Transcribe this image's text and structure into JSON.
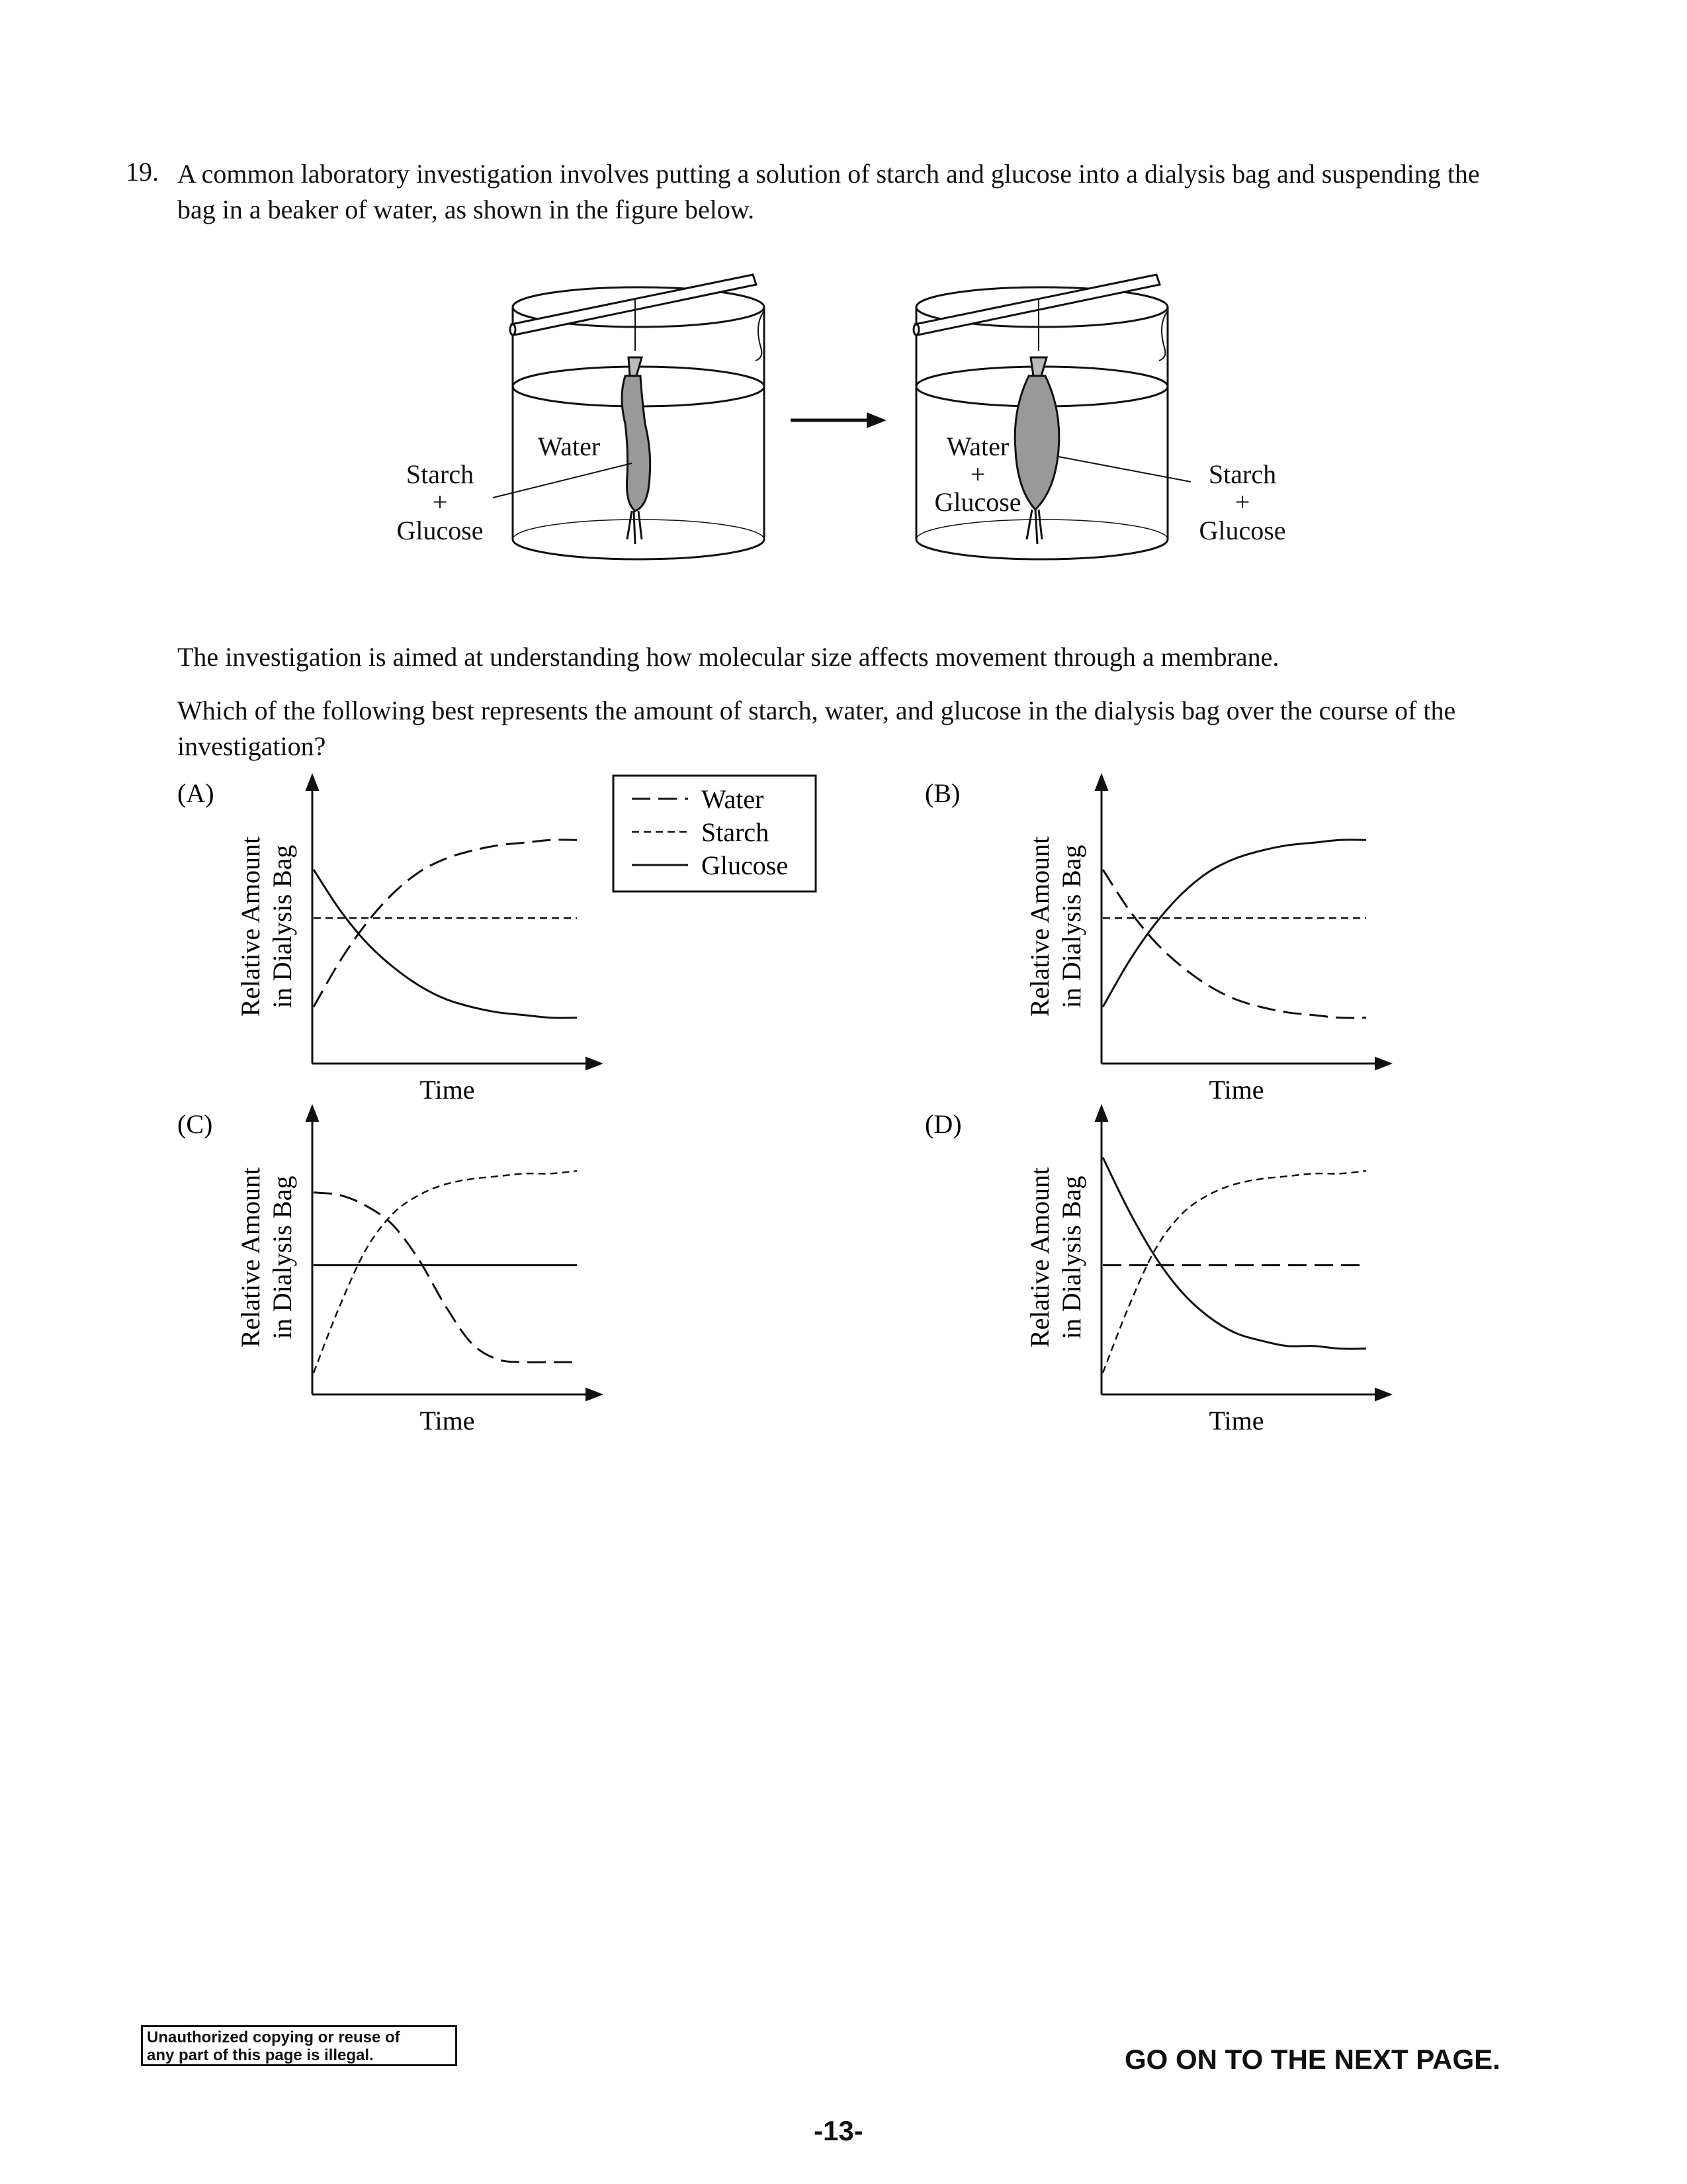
{
  "question": {
    "number": "19.",
    "text": "A common laboratory investigation involves putting a solution of starch and glucose into a dialysis bag and suspending the bag in a beaker of water, as shown in the figure below.",
    "aim": "The investigation is aimed at understanding how molecular size affects movement through a membrane.",
    "prompt": "Which of the following best represents the amount of starch, water, and glucose in the dialysis bag over the course of the investigation?"
  },
  "figure": {
    "left_beaker": {
      "outside_label": "Water",
      "bag_label_1": "Starch",
      "bag_label_2": "+",
      "bag_label_3": "Glucose"
    },
    "right_beaker": {
      "outside_label_1": "Water",
      "outside_label_2": "+",
      "outside_label_3": "Glucose",
      "bag_label_1": "Starch",
      "bag_label_2": "+",
      "bag_label_3": "Glucose"
    }
  },
  "legend": {
    "water": "Water",
    "starch": "Starch",
    "glucose": "Glucose"
  },
  "axis_labels": {
    "y_line1": "Relative Amount",
    "y_line2": "in Dialysis Bag",
    "x": "Time"
  },
  "options": [
    {
      "letter": "(A)"
    },
    {
      "letter": "(B)"
    },
    {
      "letter": "(C)"
    },
    {
      "letter": "(D)"
    }
  ],
  "chart_data": [
    {
      "type": "line",
      "panel": "(A)",
      "xlabel": "Time",
      "ylabel": "Relative Amount in Dialysis Bag",
      "x": [
        0,
        1,
        2,
        3,
        4,
        5,
        6,
        7,
        8,
        9,
        10
      ],
      "xlim": [
        0,
        10
      ],
      "ylim": [
        0,
        10
      ],
      "series": [
        {
          "name": "Water",
          "style": "long-dash",
          "values": [
            2.1,
            3.8,
            5.2,
            6.3,
            7.1,
            7.6,
            7.9,
            8.1,
            8.2,
            8.3,
            8.3
          ]
        },
        {
          "name": "Starch",
          "style": "short-dash",
          "values": [
            5.4,
            5.4,
            5.4,
            5.4,
            5.4,
            5.4,
            5.4,
            5.4,
            5.4,
            5.4,
            5.4
          ]
        },
        {
          "name": "Glucose",
          "style": "solid",
          "values": [
            7.2,
            5.7,
            4.5,
            3.6,
            2.9,
            2.4,
            2.1,
            1.9,
            1.8,
            1.7,
            1.7
          ]
        }
      ]
    },
    {
      "type": "line",
      "panel": "(B)",
      "xlabel": "Time",
      "ylabel": "Relative Amount in Dialysis Bag",
      "x": [
        0,
        1,
        2,
        3,
        4,
        5,
        6,
        7,
        8,
        9,
        10
      ],
      "xlim": [
        0,
        10
      ],
      "ylim": [
        0,
        10
      ],
      "series": [
        {
          "name": "Water",
          "style": "long-dash",
          "values": [
            7.2,
            5.7,
            4.5,
            3.6,
            2.9,
            2.4,
            2.1,
            1.9,
            1.8,
            1.7,
            1.7
          ]
        },
        {
          "name": "Starch",
          "style": "short-dash",
          "values": [
            5.4,
            5.4,
            5.4,
            5.4,
            5.4,
            5.4,
            5.4,
            5.4,
            5.4,
            5.4,
            5.4
          ]
        },
        {
          "name": "Glucose",
          "style": "solid",
          "values": [
            2.1,
            3.8,
            5.2,
            6.3,
            7.1,
            7.6,
            7.9,
            8.1,
            8.2,
            8.3,
            8.3
          ]
        }
      ]
    },
    {
      "type": "line",
      "panel": "(C)",
      "xlabel": "Time",
      "ylabel": "Relative Amount in Dialysis Bag",
      "x": [
        0,
        1,
        2,
        3,
        4,
        5,
        6,
        7,
        8,
        9,
        10
      ],
      "xlim": [
        0,
        10
      ],
      "ylim": [
        0,
        10
      ],
      "series": [
        {
          "name": "Water",
          "style": "long-dash",
          "values": [
            7.5,
            7.4,
            7.0,
            6.3,
            5.0,
            3.3,
            1.9,
            1.3,
            1.2,
            1.2,
            1.2
          ]
        },
        {
          "name": "Starch",
          "style": "short-dash",
          "values": [
            0.8,
            3.3,
            5.4,
            6.7,
            7.4,
            7.8,
            8.0,
            8.1,
            8.2,
            8.2,
            8.3
          ]
        },
        {
          "name": "Glucose",
          "style": "solid",
          "values": [
            4.8,
            4.8,
            4.8,
            4.8,
            4.8,
            4.8,
            4.8,
            4.8,
            4.8,
            4.8,
            4.8
          ]
        }
      ]
    },
    {
      "type": "line",
      "panel": "(D)",
      "xlabel": "Time",
      "ylabel": "Relative Amount in Dialysis Bag",
      "x": [
        0,
        1,
        2,
        3,
        4,
        5,
        6,
        7,
        8,
        9,
        10
      ],
      "xlim": [
        0,
        10
      ],
      "ylim": [
        0,
        10
      ],
      "series": [
        {
          "name": "Water",
          "style": "long-dash",
          "values": [
            4.8,
            4.8,
            4.8,
            4.8,
            4.8,
            4.8,
            4.8,
            4.8,
            4.8,
            4.8,
            4.8
          ]
        },
        {
          "name": "Starch",
          "style": "short-dash",
          "values": [
            0.8,
            3.3,
            5.4,
            6.7,
            7.4,
            7.8,
            8.0,
            8.1,
            8.2,
            8.2,
            8.3
          ]
        },
        {
          "name": "Glucose",
          "style": "solid",
          "values": [
            8.8,
            6.8,
            5.1,
            3.8,
            2.9,
            2.3,
            2.0,
            1.8,
            1.8,
            1.7,
            1.7
          ]
        }
      ]
    }
  ],
  "footer": {
    "copy_notice_1": "Unauthorized copying or reuse of",
    "copy_notice_2": "any part of this page is illegal.",
    "next_page": "GO ON TO THE NEXT PAGE.",
    "page_number": "-13-"
  }
}
